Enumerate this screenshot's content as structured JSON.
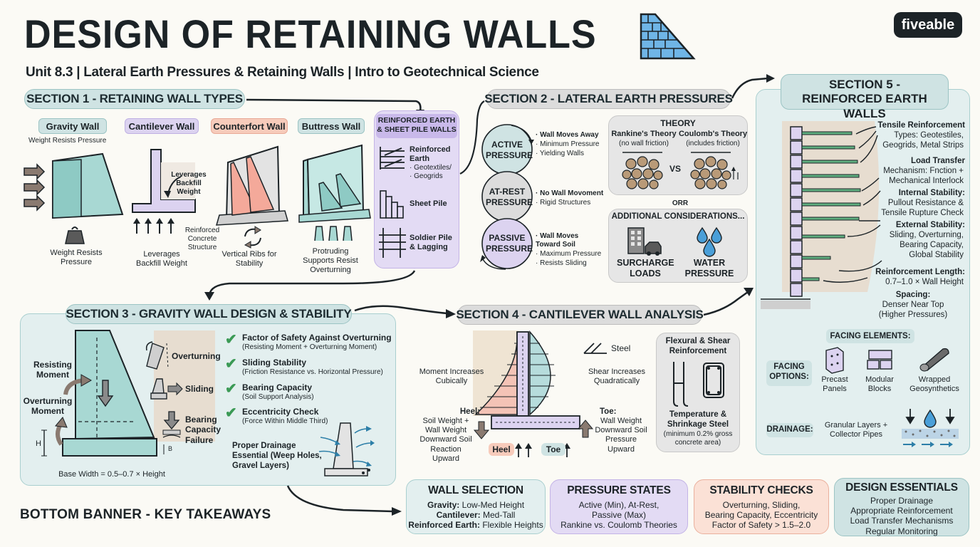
{
  "header": {
    "title": "DESIGN OF RETAINING WALLS",
    "subtitle": "Unit 8.3 | Lateral Earth Pressures & Retaining Walls | Intro to Geotechnical Science",
    "brand": "fiveable",
    "icon": "brick-wall-icon"
  },
  "section1": {
    "heading": "SECTION 1 - RETAINING WALL TYPES",
    "gravity": {
      "label": "Gravity Wall",
      "top_note": "Weight Resists Pressure",
      "bottom_note": "Weight Resists Pressure"
    },
    "cantilever": {
      "label": "Cantilever Wall",
      "note": "Leverages Backfill Weight",
      "bottom_note": "Leverages Backfill Weight",
      "side_note": "Reinforced Concrete Structure"
    },
    "counterfort": {
      "label": "Counterfort Wall",
      "note": "Vertical Ribs for Stability"
    },
    "buttress": {
      "label": "Buttress Wall",
      "note": "Protruding Supports Resist Overturning"
    },
    "reinforced": {
      "title": "REINFORCED EARTH & SHEET PILE WALLS",
      "re_title": "Reinforced Earth",
      "re_items": [
        "· Geotextiles/",
        "· Geogrids"
      ],
      "sheet_pile": "Sheet Pile",
      "soldier": "Soldier Pile & Lagging"
    }
  },
  "section2": {
    "heading": "SECTION 2 - LATERAL EARTH PRESSURES",
    "states": [
      {
        "name": "ACTIVE PRESSURE",
        "bullets": [
          "· Wall Moves Away",
          "· Minimum Pressure",
          "· Yielding Walls"
        ]
      },
      {
        "name": "AT-REST PRESSURE",
        "bullets": [
          "· No Wall Movoment",
          "· Rigid Structures"
        ]
      },
      {
        "name": "PASSIVE PRESSURE",
        "bullets": [
          "· Wall Moves Toward Soil",
          "· Maximum Pressure",
          "· Resists Sliding"
        ]
      }
    ],
    "theory": {
      "title": "THEORY",
      "rankine": "Rankine's Theory",
      "rankine_sub": "(no wall friction)",
      "coulomb": "Coulomb's Theory",
      "coulomb_sub": "(includes friction)",
      "vs": "VS"
    },
    "orr": "ORR",
    "additional": {
      "title": "ADDITIONAL CONSIDERATIONS...",
      "surcharge": "SURCHARGE LOADS",
      "water": "WATER PRESSURE"
    }
  },
  "section3": {
    "heading": "SECTION 3 - GRAVITY WALL DESIGN & STABILITY",
    "labels": {
      "resisting": "Resisting Moment",
      "overturning_moment": "Overturning Moment",
      "h": "H",
      "b": "B",
      "base": "Base Width = 0.5–0.7 × Height",
      "overturning": "Overturning",
      "sliding": "Sliding",
      "bearing": "Bearing Capacity Failure"
    },
    "checks": [
      {
        "title": "Factor of Safety Against Overturning",
        "sub": "(Resisting Moment + Overturning Moment)"
      },
      {
        "title": "Sliding Stability",
        "sub": "(Friction Resistance vs. Horizontal Pressure)"
      },
      {
        "title": "Bearing Capacity",
        "sub": "(Soil Support Analysis)"
      },
      {
        "title": "Eccentricity Check",
        "sub": "(Force Within Middle Third)"
      }
    ],
    "drainage": "Proper Drainage Essential (Weep Holes, Gravel Layers)"
  },
  "section4": {
    "heading": "SECTION 4 - CANTILEVER WALL ANALYSIS",
    "moment": "Moment Increases Cubically",
    "shear": "Shear Increases Quadratically",
    "steel": "Steel",
    "heel_title": "Heel:",
    "heel_text": "Soil Weight + Wall Weight Downward Soil Reaction Upward",
    "toe_title": "Toe:",
    "toe_text": "Wall Weight Downward Soil Pressure Upward",
    "heel": "Heel",
    "toe": "Toe",
    "flex_title": "Flexural & Shear Reinforcement",
    "temp_title": "Temperature & Shrinkage Steel",
    "temp_sub": "(minimum 0.2% gross concrete area)"
  },
  "section5": {
    "heading_line1": "SECTION 5 -",
    "heading_line2": "REINFORCED EARTH WALLS",
    "items": [
      {
        "title": "Tensile Reinforcement",
        "text": "Types: Geotestiles, Geogrids, Metal Strips"
      },
      {
        "title": "Load Transfer",
        "text": "Mechanism: Fnction + Mechanical Interlock"
      },
      {
        "title": "Internal Stability:",
        "text": "Pullout Resistance & Tensile Rupture Check"
      },
      {
        "title": "External Stability:",
        "text": "Sliding, Overturning, Bearing Capacity, Global Stability"
      },
      {
        "title": "Reinforcement Length:",
        "text": "0.7–1.0 × Wall Height"
      },
      {
        "title": "Spacing:",
        "text": "Denser Near Top (Higher Pressures)"
      }
    ],
    "facing_title": "FACING ELEMENTS:",
    "facing_label": "FACING OPTIONS:",
    "facing_options": [
      "Precast Panels",
      "Modular Blocks",
      "Wrapped Geosynthetics"
    ],
    "drainage_label": "DRAINAGE:",
    "drainage_text": "Granular Layers + Collector Pipes"
  },
  "banner": {
    "title": "BOTTOM BANNER - KEY TAKEAWAYS",
    "wall": {
      "title": "WALL SELECTION",
      "l1k": "Gravity:",
      "l1v": " Low-Med Height",
      "l2k": "Cantilever:",
      "l2v": " Med-Tall",
      "l3k": "Reinforced Earth:",
      "l3v": " Flexible Heights"
    },
    "pressure": {
      "title": "PRESSURE STATES",
      "l1": "Active (Min), At-Rest,",
      "l2": "Passive (Max)",
      "l3": "Rankine vs. Coulomb Theories"
    },
    "stability": {
      "title": "STABILITY CHECKS",
      "l1": "Overturning, Sliding,",
      "l2": "Bearing Capacity, Eccentricity",
      "l3": "Factor of Safety > 1.5–2.0"
    },
    "essentials": {
      "title": "DESIGN ESSENTIALS",
      "l1": "Proper Drainage",
      "l2": "Appropriate Reinforcement",
      "l3": "Load Transfer Mechanisms",
      "l4": "Regular Monitoring"
    }
  },
  "colors": {
    "teal": "#cfe3e3",
    "lavender": "#dcd3f0",
    "salmon": "#f7cbbb",
    "grey": "#e3e3e3",
    "concrete": "#a8d8d3",
    "dark": "#1c2327"
  }
}
